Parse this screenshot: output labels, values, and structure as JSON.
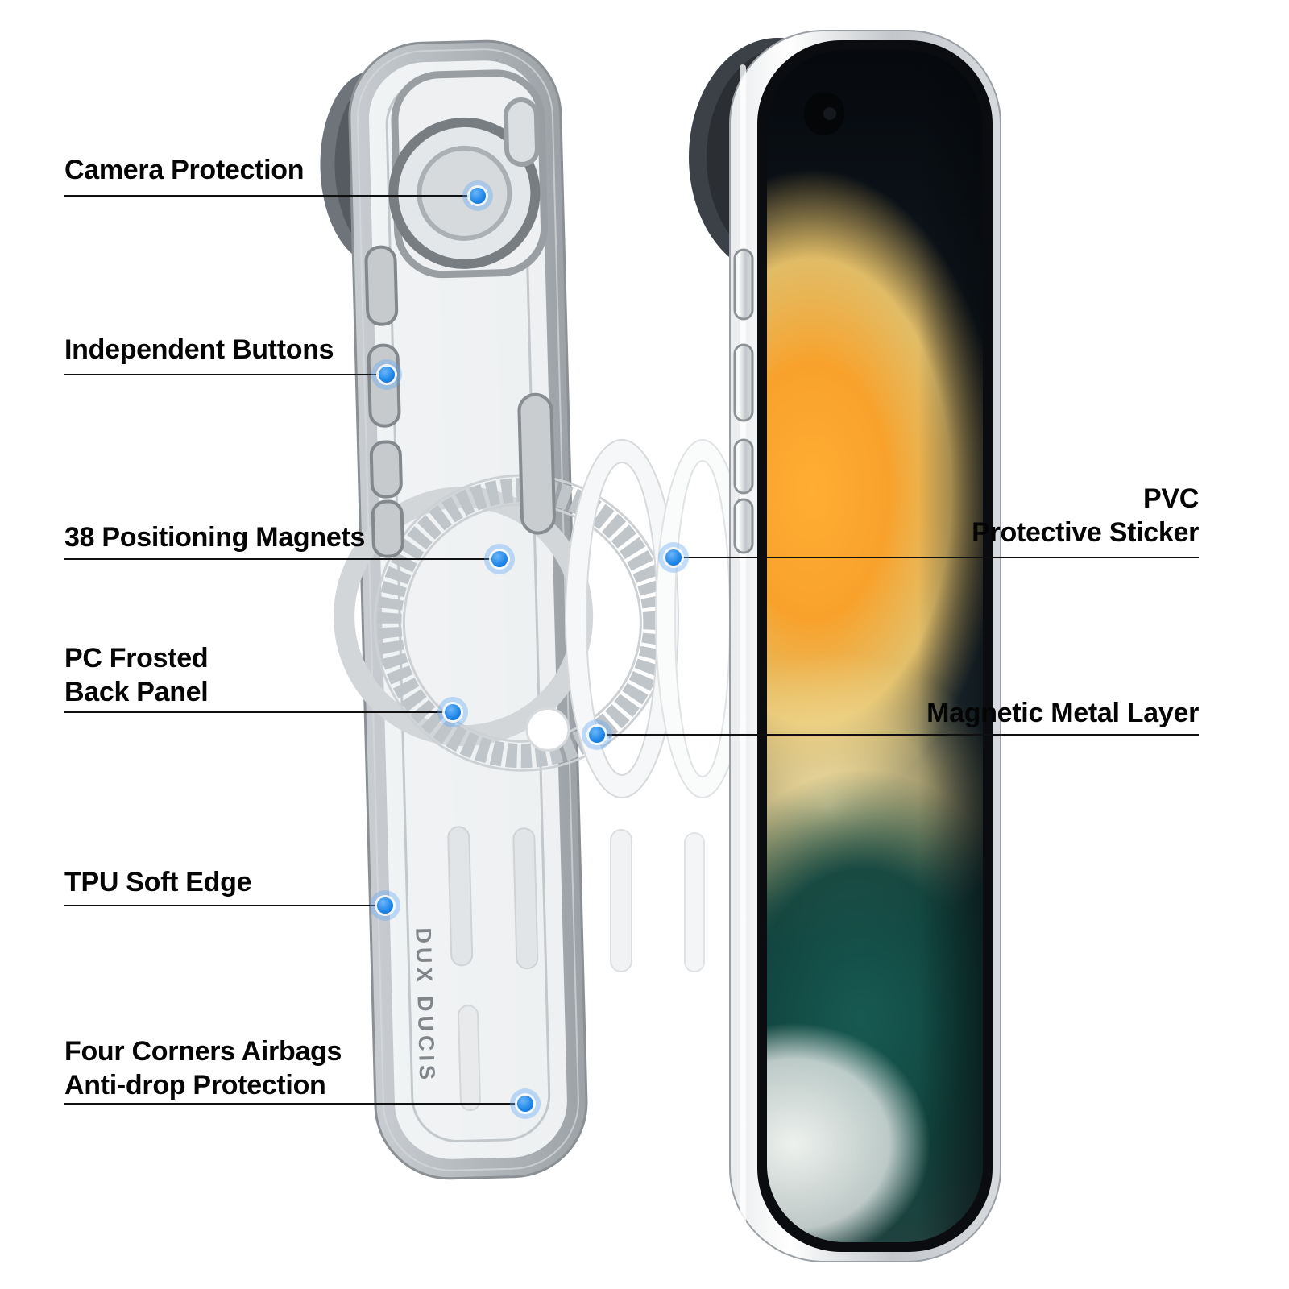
{
  "diagram": {
    "brand_text": "DUX DUCIS",
    "callouts": {
      "camera": {
        "line1": "Camera Protection"
      },
      "buttons": {
        "line1": "Independent Buttons"
      },
      "magnets": {
        "line1": "38 Positioning Magnets"
      },
      "backpanel": {
        "line1": "PC Frosted",
        "line2": "Back Panel"
      },
      "tpu": {
        "line1": "TPU Soft Edge"
      },
      "airbags": {
        "line1": "Four Corners Airbags",
        "line2": "Anti-drop Protection"
      },
      "pvc": {
        "line1": "PVC",
        "line2": "Protective Sticker"
      },
      "metal": {
        "line1": "Magnetic Metal Layer"
      }
    },
    "colors": {
      "marker_blue": "#1d85e8",
      "marker_halo": "rgba(98,168,245,0.38)",
      "callout_line": "#101010",
      "label_text": "#050505",
      "case_gray": "#b2b7bb",
      "screen_orange": "#f8a22c",
      "screen_teal": "#11453f"
    }
  }
}
